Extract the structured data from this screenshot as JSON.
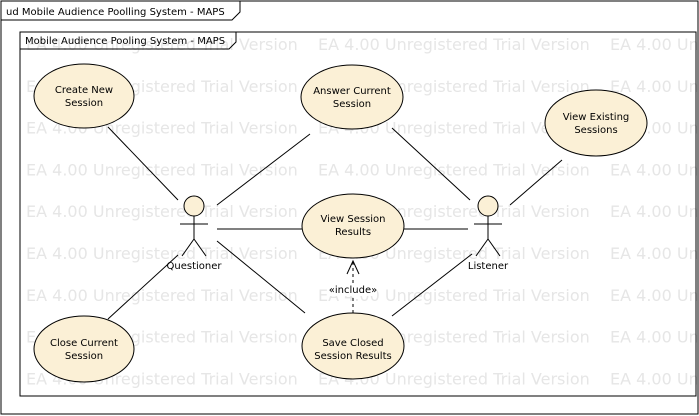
{
  "diagram": {
    "title": "ud Mobile Audience Poolling System - MAPS",
    "boundary_label": "Mobile Audience Pooling System - MAPS",
    "watermark": "EA 4.00 Unregistered Trial Version",
    "use_cases": {
      "create_new_session": [
        "Create New",
        "Session"
      ],
      "answer_current_session": [
        "Answer Current",
        "Session"
      ],
      "view_existing_sessions": [
        "View Existing",
        "Sessions"
      ],
      "view_session_results": [
        "View Session",
        "Results"
      ],
      "close_current_session": [
        "Close Current",
        "Session"
      ],
      "save_closed_session_results": [
        "Save Closed",
        "Session Results"
      ]
    },
    "actors": {
      "questioner": "Questioner",
      "listener": "Listener"
    },
    "include_label": "«include»",
    "colors": {
      "use_case_fill": "#fbf0d6",
      "actor_fill": "#fbf0d6",
      "stroke": "#000000",
      "watermark": "#e6e6e6"
    }
  }
}
